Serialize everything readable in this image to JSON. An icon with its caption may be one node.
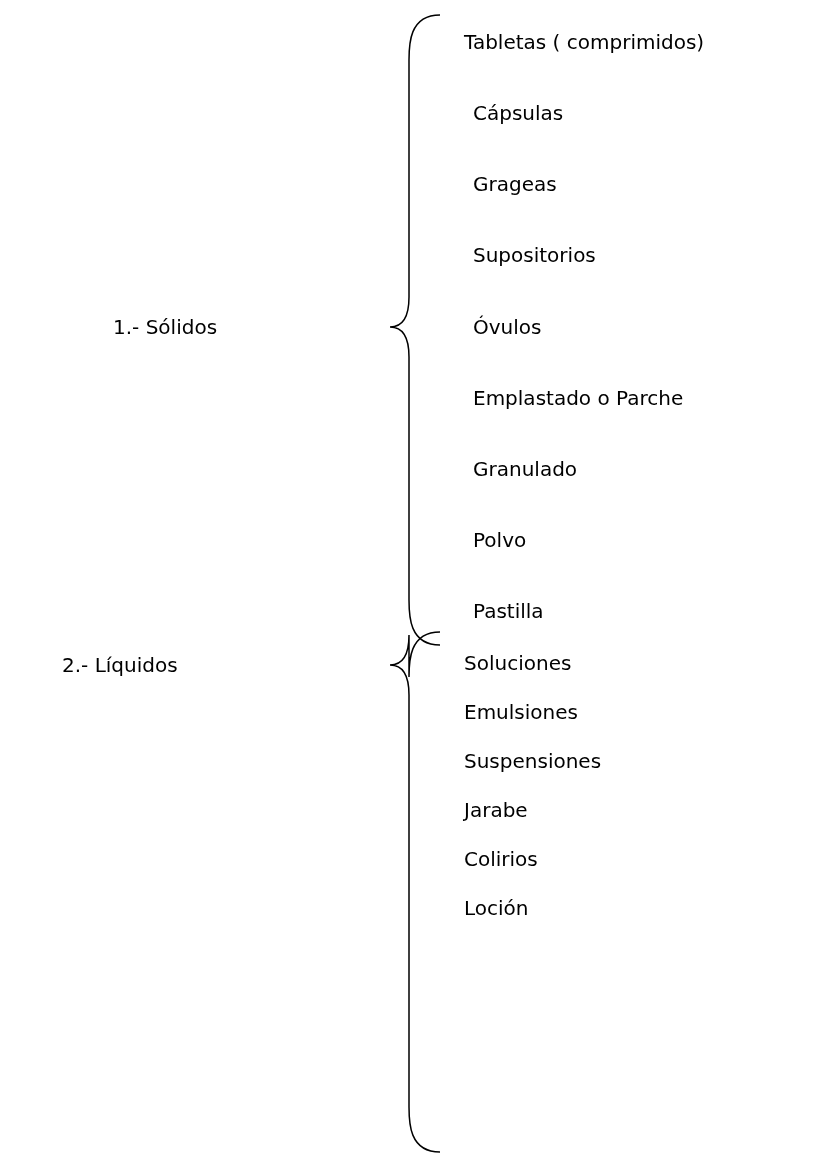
{
  "diagram": {
    "labels": [
      "Tabletas ( comprimidos)",
      "Cápsulas",
      "Grageas",
      "Supositorios",
      "1.- Sólidos",
      "Óvulos",
      "Emplastado o Parche",
      "Granulado",
      "Polvo",
      "Pastilla",
      "Soluciones",
      "Emulsiones",
      "2.- Líquidos",
      "Suspensiones",
      "Jarabe",
      "Colirios",
      "Loción"
    ]
  }
}
